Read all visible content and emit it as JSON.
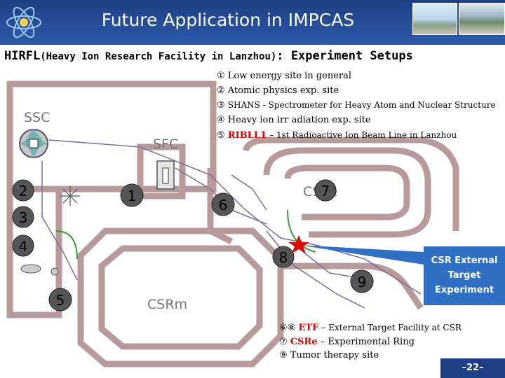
{
  "header": {
    "title": "Future Application in IMPCAS"
  },
  "subtitle": {
    "prefix": "HIRFL",
    "paren": "(Heavy Ion Research Facility in Lanzhou)",
    "suffix": ": Experiment Setups"
  },
  "legend_top": [
    {
      "num": "①",
      "text": "Low energy site in general",
      "style": "normal"
    },
    {
      "num": "②",
      "text": "Atomic physics exp. site",
      "style": "normal"
    },
    {
      "num": "③",
      "text": "SHANS - Spectrometer for Heavy Atom and Nuclear Structure",
      "style": "small"
    },
    {
      "num": "④",
      "text": "Heavy ion irr adiation exp. site",
      "style": "normal"
    },
    {
      "num": "⑤",
      "text": "RIBLL1",
      "extra": "– 1st Radioactive Ion Beam Line in Lanzhou",
      "style": "red"
    }
  ],
  "legend_bottom": [
    {
      "num": "⑥⑧",
      "text": "ETF",
      "extra": "– External Target Facility at CSR"
    },
    {
      "num": "⑦",
      "text": "CSRe",
      "extra": "– Experimental Ring"
    },
    {
      "num": "⑨",
      "text": "Tumor therapy site",
      "extra": ""
    }
  ],
  "map_labels": {
    "ssc": "SSC",
    "sfc": "SFC",
    "csrm": "CSRm",
    "csre": "CSRe",
    "sites": [
      "1",
      "2",
      "3",
      "4",
      "5",
      "6",
      "7",
      "8",
      "9"
    ]
  },
  "callout": {
    "lines": [
      "CSR External",
      "Target",
      "Experiment"
    ]
  },
  "page_number": "–22–",
  "colors": {
    "header": "#1d3f86",
    "wall": "#b89a9a",
    "callout": "#2f6fc4",
    "red": "#e00000"
  }
}
